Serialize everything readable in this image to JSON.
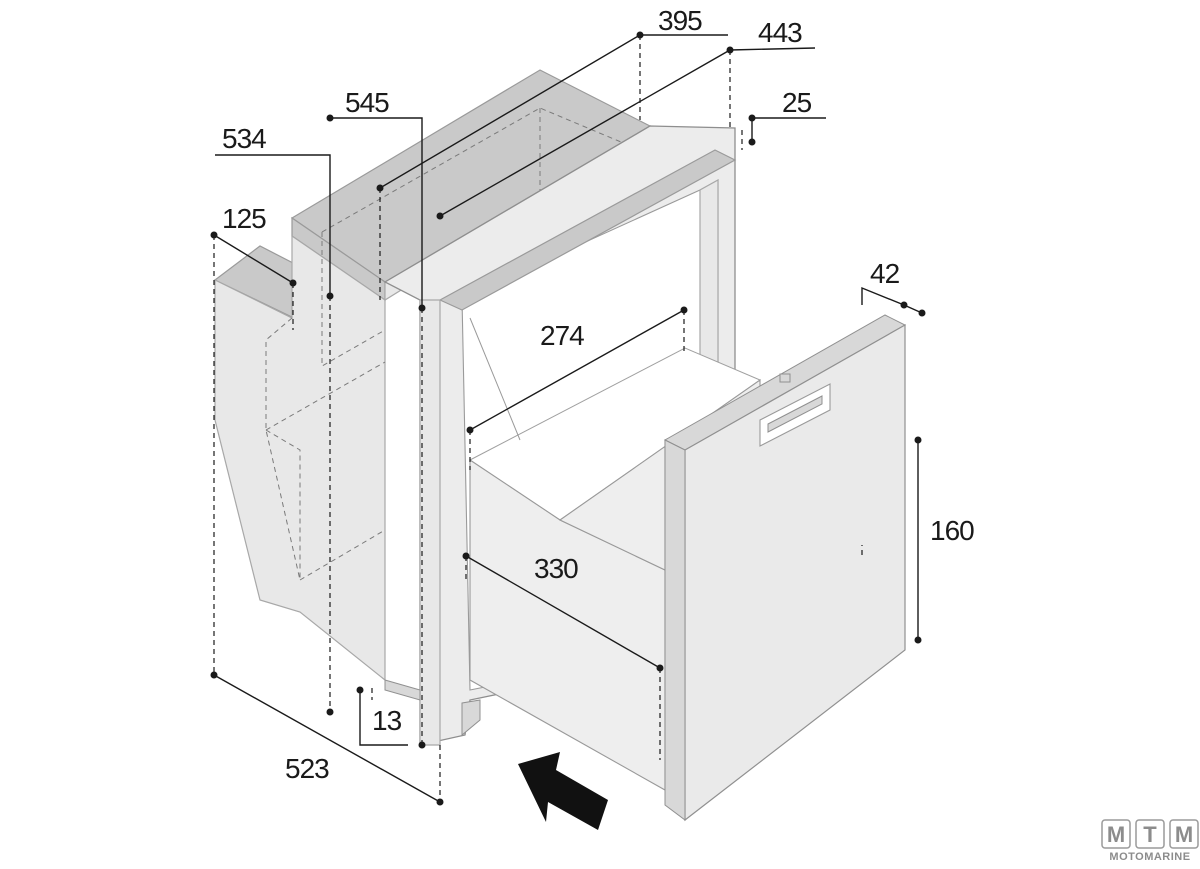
{
  "dimensions": {
    "d395": "395",
    "d443": "443",
    "d25": "25",
    "d545": "545",
    "d534": "534",
    "d125": "125",
    "d274": "274",
    "d42": "42",
    "d160": "160",
    "d330": "330",
    "d13": "13",
    "d523": "523"
  },
  "logo": {
    "letters": [
      "M",
      "T",
      "M"
    ],
    "subtitle": "MOTOMARINE"
  },
  "colors": {
    "line": "#1a1a1a",
    "body_top": "#c9c9c9",
    "body_side": "#e8e8e8",
    "panel": "#eaeaea",
    "arrow": "#111111",
    "logo": "#8c8c8c"
  }
}
